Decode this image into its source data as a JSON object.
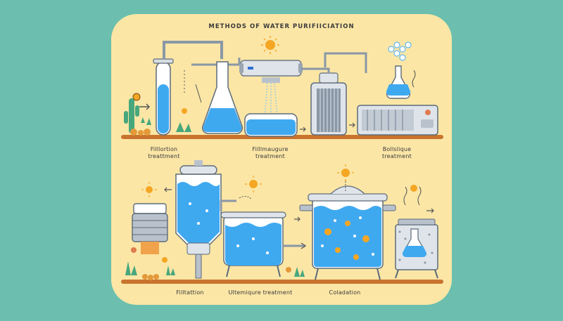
{
  "title": "METHODS OF WATER PURIFIICIATION",
  "top_row": [
    {
      "line1": "Filllortion",
      "line2": "treattment"
    },
    {
      "line1": "Filllmaugure",
      "line2": "treatment"
    },
    {
      "line1": "Bollslique",
      "line2": "treatment"
    }
  ],
  "bottom_row": [
    {
      "label": "Filltattion"
    },
    {
      "label": "Ultemiqure treatment"
    },
    {
      "label": "Coladation"
    }
  ],
  "colors": {
    "background": "#6cbfae",
    "panel": "#fbe6a6",
    "water": "#3fa9f0",
    "sun": "#f5a623",
    "soil": "#c8742f"
  }
}
